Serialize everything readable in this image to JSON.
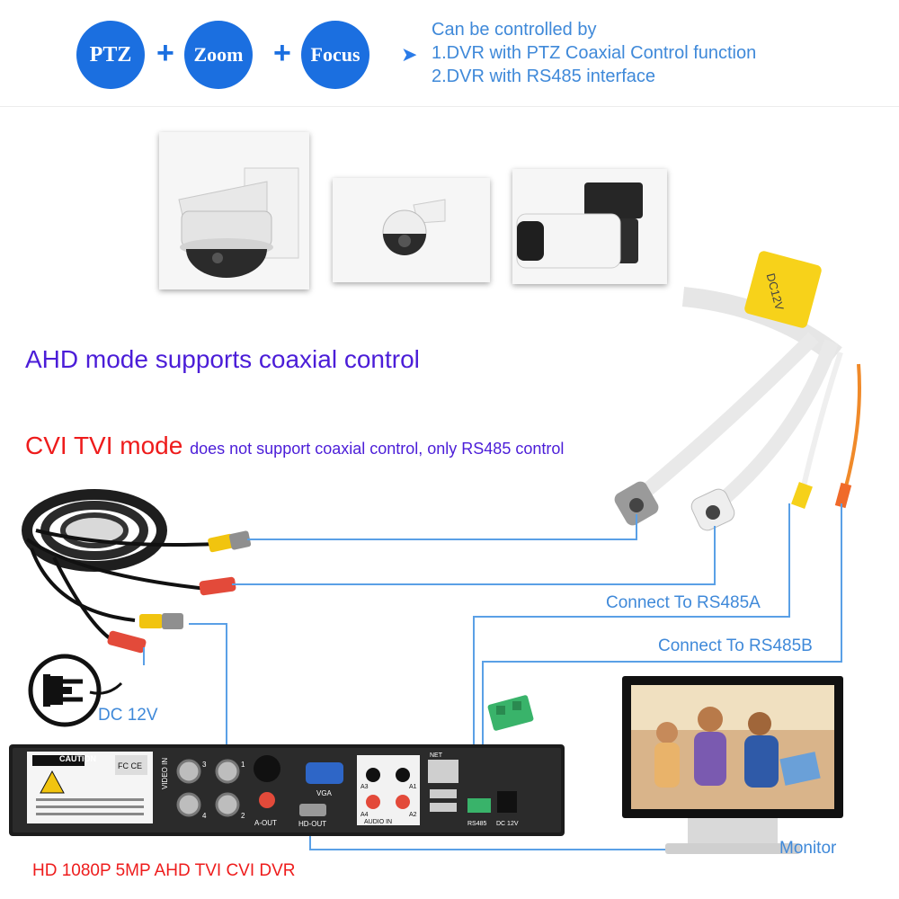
{
  "header": {
    "badges": [
      "PTZ",
      "Zoom",
      "Focus"
    ],
    "plus": "+",
    "control_title": "Can be controlled by",
    "control_items": [
      "1.DVR with PTZ Coaxial Control function",
      "2.DVR with RS485 interface"
    ]
  },
  "modes": {
    "ahd": "AHD mode supports coaxial control",
    "cvi_title": "CVI TVI mode",
    "cvi_note": "does not support coaxial control, only RS485 control"
  },
  "connections": {
    "rs485a": "Connect To RS485A",
    "rs485b": "Connect To RS485B",
    "dc": "DC 12V",
    "monitor": "Monitor",
    "cable_tag": "DC12V"
  },
  "dvr": {
    "title": "HD 1080P 5MP AHD TVI CVI DVR",
    "caution": "CAUTION",
    "fcc": "FC CE",
    "net": "NET",
    "vga": "VGA",
    "hdout": "HD-OUT",
    "aout": "A-OUT",
    "audio_in": "AUDIO IN",
    "video_in": "VIDEO IN",
    "rs485": "RS485",
    "dc12v": "DC 12V",
    "ports": [
      "3",
      "1",
      "4",
      "2"
    ],
    "audio_ports": [
      "A3",
      "A1",
      "A4",
      "A2"
    ]
  },
  "colors": {
    "brand_blue": "#1b6fe0",
    "text_blue": "#3f89d9",
    "purple": "#4b1dd8",
    "red": "#ee1c1c",
    "wire": "#5aa0e6"
  }
}
